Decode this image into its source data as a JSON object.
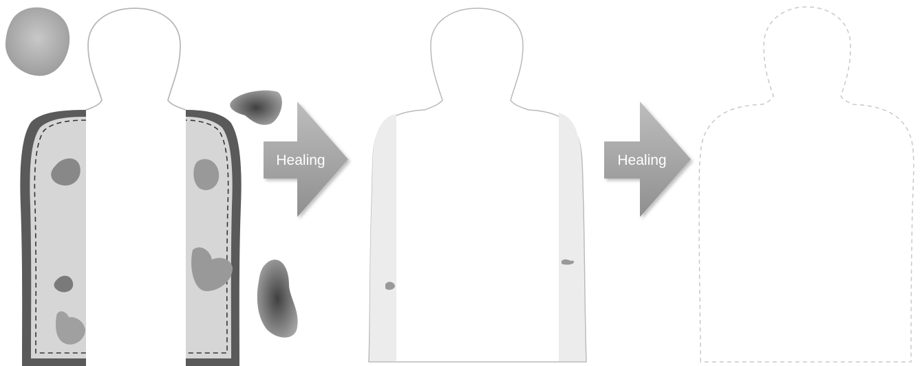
{
  "diagram": {
    "stages": [
      {
        "id": "stage-1",
        "description": "wounded"
      },
      {
        "id": "stage-2",
        "description": "partially-healed"
      },
      {
        "id": "stage-3",
        "description": "healed"
      }
    ],
    "arrows": [
      {
        "label": "Healing"
      },
      {
        "label": "Healing"
      }
    ]
  },
  "colors": {
    "background": "#ffffff",
    "outline": "#b8b8b8",
    "dark_border": "#5a5a5a",
    "tissue_fill": "#d6d6d6",
    "light_tissue": "#ececec",
    "lesion": "#888888",
    "arrow": "#a8a8a8"
  }
}
